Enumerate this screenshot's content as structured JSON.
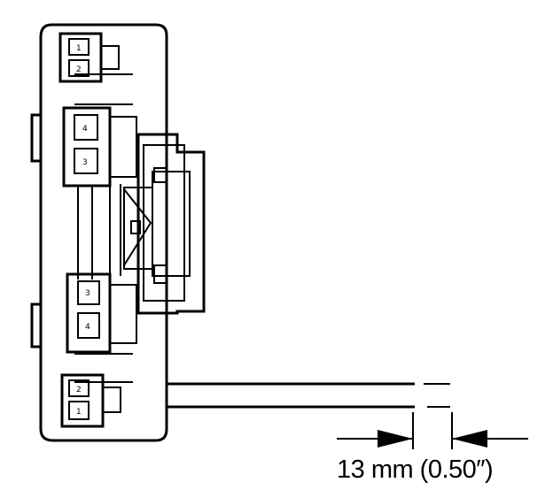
{
  "diagram": {
    "dimension_label": "13 mm (0.50″)",
    "terminal_labels": [
      "1",
      "2",
      "4",
      "3",
      "3",
      "4",
      "2",
      "1"
    ]
  }
}
